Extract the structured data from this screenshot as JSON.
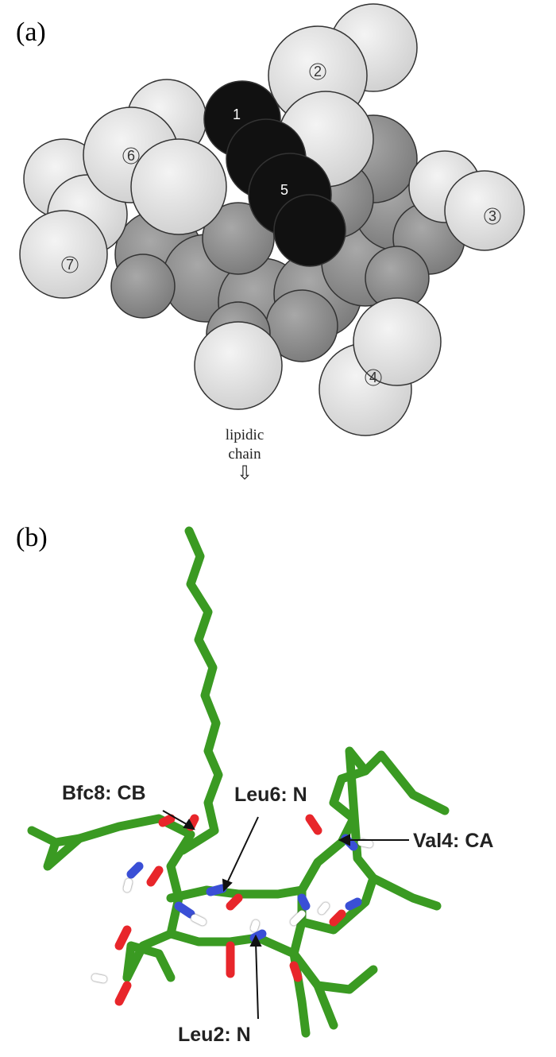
{
  "panel_a": {
    "label": "(a)",
    "atom_numbers": [
      "1",
      "2",
      "3",
      "4",
      "5",
      "6",
      "7"
    ],
    "annotation_line1": "lipidic",
    "annotation_line2": "chain",
    "arrow_icon": "down-arrow-icon"
  },
  "panel_b": {
    "label": "(b)",
    "atom_labels": [
      "Bfc8: CB",
      "Leu6: N",
      "Val4: CA",
      "Leu2: N"
    ],
    "colors": {
      "carbon": "#3a9a22",
      "oxygen": "#e8262b",
      "nitrogen": "#3a4fd6",
      "hydrogen": "#ffffff"
    }
  }
}
